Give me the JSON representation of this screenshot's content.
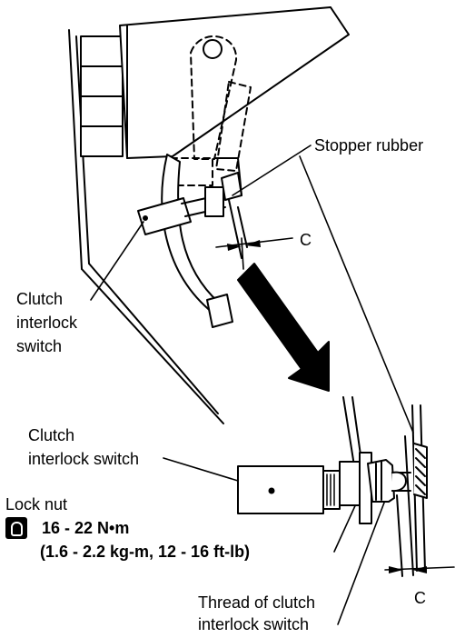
{
  "labels": {
    "stopper_rubber": "Stopper rubber",
    "c_top": "C",
    "clutch_switch_left_1": "Clutch",
    "clutch_switch_left_2": "interlock",
    "clutch_switch_left_3": "switch",
    "clutch_switch_mid_1": "Clutch",
    "clutch_switch_mid_2": "interlock switch",
    "lock_nut": "Lock nut",
    "torque_nm": "16 - 22 N•m",
    "torque_alt": "(1.6 - 2.2 kg-m, 12 - 16 ft-lb)",
    "thread_1": "Thread of clutch",
    "thread_2": "interlock switch",
    "c_bottom": "C"
  },
  "icons": {
    "torque": "torque-wrench-icon"
  }
}
